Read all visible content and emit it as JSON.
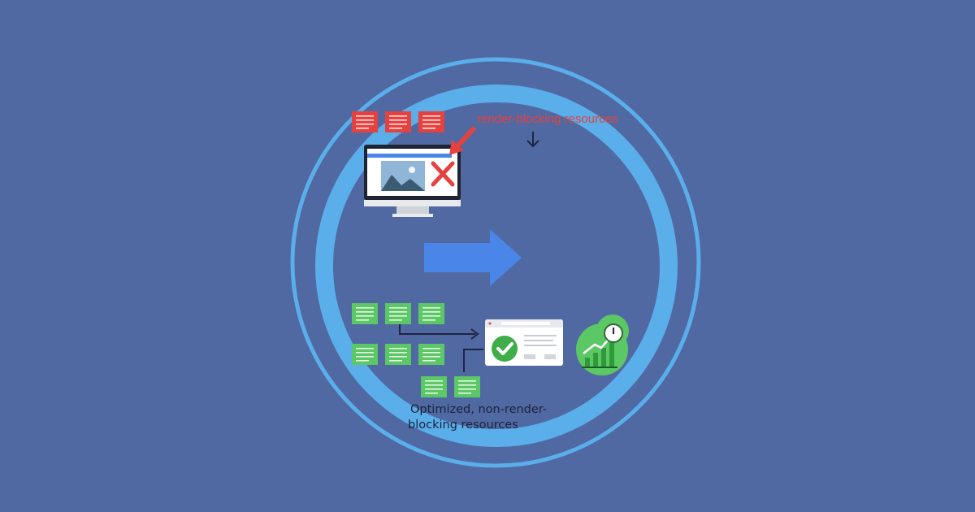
{
  "colors": {
    "background": "#5069a3",
    "ring": "#5aaeea",
    "blocking": "#e5413f",
    "optimized": "#5cc765",
    "arrow": "#4a86e8"
  },
  "labels": {
    "blocking": "render-blocking resources",
    "optimized_line1": "Optimized, non-render-",
    "optimized_line2": "blocking resources"
  },
  "icons": [
    "document-icon",
    "monitor-icon",
    "error-x-icon",
    "arrow-right-icon",
    "browser-window-icon",
    "checkmark-icon",
    "performance-chart-icon",
    "clock-icon"
  ]
}
